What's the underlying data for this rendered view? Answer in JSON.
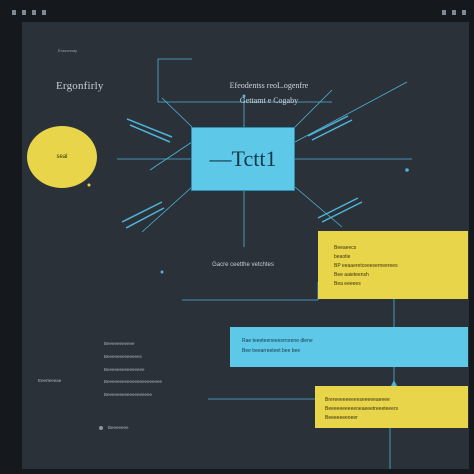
{
  "window": {
    "mini_label": "Erosonnay",
    "title": "Ergonfirly"
  },
  "diagram": {
    "heading_line1": "Efeodentss reoL.ogenfre",
    "heading_line2": "Gettamt e Cogaby",
    "center_node": "—Tctt1",
    "circle_node": "seal",
    "caption": "Gacre ceetthe vetchtes",
    "yellow_box_lines": [
      "Beeaeecs",
      "beaotie",
      "BP eeaaeretceeeserneerees",
      "Bee aaieteensh",
      "Bea eeeees"
    ],
    "cyan_box_lines": [
      "Rae teeeteeneeesrrorene dlene",
      "Bee beearreeteet bee bee"
    ],
    "yellow_box2_lines": [
      "Brereeeeeeeeeseeeeeaeeee",
      "Beeeeeeeeeeoeaeeetreeeteeers",
      "Beeeeeeeoeer"
    ],
    "left_list": [
      "Beeeeeeeeeee",
      "Beeeeeeeeeeeees",
      "Beeeeeeeeeeeeeee",
      "Beeeeeeeeeeeeeeeeeeeeee",
      "Beeeeeeeeeeeeeeeeee"
    ],
    "side_label": "Eeerteeeae",
    "footer_label": "Beeeeeee"
  },
  "colors": {
    "background": "#2b3138",
    "accent_cyan": "#5ec8e8",
    "accent_yellow": "#e8d54a",
    "wire": "#4fb4d8"
  }
}
